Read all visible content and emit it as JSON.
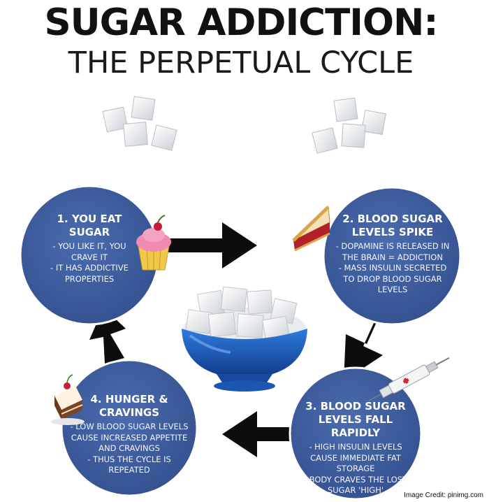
{
  "title": "SUGAR ADDICTION:",
  "subtitle": "THE PERPETUAL CYCLE",
  "steps": [
    {
      "heading": [
        "1. YOU EAT",
        "SUGAR"
      ],
      "lines": [
        "- YOU LIKE IT, YOU",
        "CRAVE IT",
        "- IT HAS ADDICTIVE",
        "PROPERTIES"
      ]
    },
    {
      "heading": [
        "2. BLOOD SUGAR",
        "LEVELS SPIKE"
      ],
      "lines": [
        "- DOPAMINE IS RELEASED IN",
        "THE BRAIN = ADDICTION",
        "- MASS INSULIN SECRETED",
        "TO DROP BLOOD SUGAR",
        "LEVELS"
      ]
    },
    {
      "heading": [
        "3. BLOOD SUGAR",
        "LEVELS FALL RAPIDLY"
      ],
      "lines": [
        "- HIGH INSULIN LEVELS",
        "CAUSE IMMEDIATE FAT",
        "STORAGE",
        "- BODY CRAVES THE LOST",
        "SUGAR 'HIGH'"
      ]
    },
    {
      "heading": [
        "4. HUNGER &",
        "CRAVINGS"
      ],
      "lines": [
        "- LOW BLOOD SUGAR LEVELS",
        "CAUSE INCREASED APPETITE",
        "AND CRAVINGS",
        "- THUS THE CYCLE IS",
        "REPEATED"
      ]
    }
  ],
  "credit": "Image Credit: pinimg.com",
  "colors": {
    "circle": "#3f5fa1",
    "circle_border": "#ffffff",
    "arrow": "#0d0d0d",
    "bowl": "#1f5fc4"
  },
  "icons": [
    "sugar-cubes-icon",
    "cupcake-icon",
    "pie-slice-icon",
    "syringe-icon",
    "cake-slice-icon",
    "sugar-bowl-icon"
  ]
}
